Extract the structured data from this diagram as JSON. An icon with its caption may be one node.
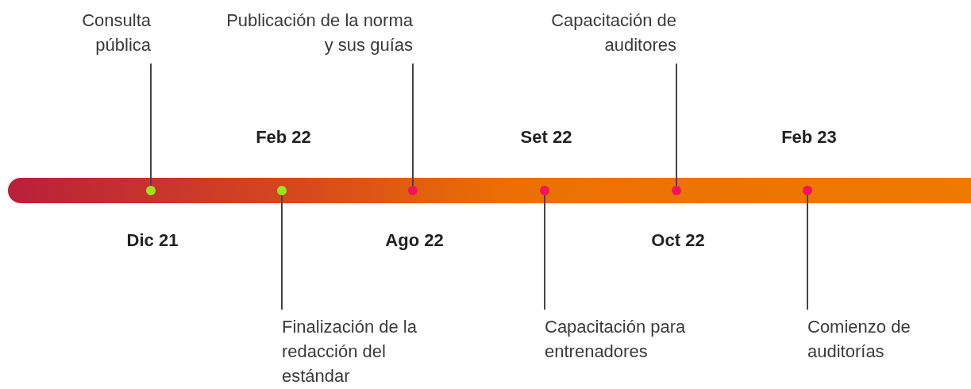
{
  "diagram": {
    "nodes": [
      {
        "text": [
          "Consulta pública"
        ]
      },
      {
        "text": [
          "Publicación de la norma y sus guías"
        ]
      },
      {
        "text": [
          "Capacitación de auditores"
        ]
      },
      {
        "text": [],
        "shape": "circle",
        "beside": [
          "Dic 21"
        ]
      },
      {
        "text": [],
        "shape": "circle",
        "beside": [
          "Feb 22"
        ]
      },
      {
        "text": [],
        "shape": "circle",
        "beside": [
          "Ago 22"
        ]
      },
      {
        "text": [],
        "shape": "circle",
        "beside": [
          "Set 22"
        ]
      },
      {
        "text": [],
        "shape": "circle",
        "beside": [
          "Oct 22"
        ]
      },
      {
        "text": [],
        "shape": "circle",
        "beside": [
          "Feb 23"
        ]
      },
      {
        "text": [
          "Finalización de la redacción del estándar"
        ]
      },
      {
        "text": [
          "Capacitación para entrenadores"
        ]
      },
      {
        "text": [
          "Comienzo de auditorías"
        ]
      }
    ],
    "edges": [
      {
        "from": 0,
        "to": 3,
        "arrow": "none"
      },
      {
        "from": 1,
        "to": 5,
        "arrow": "none"
      },
      {
        "from": 2,
        "to": 7,
        "arrow": "none"
      },
      {
        "from": 9,
        "to": 4,
        "arrow": "none"
      },
      {
        "from": 10,
        "to": 6,
        "arrow": "none"
      },
      {
        "from": 11,
        "to": 8,
        "arrow": "none"
      }
    ]
  }
}
